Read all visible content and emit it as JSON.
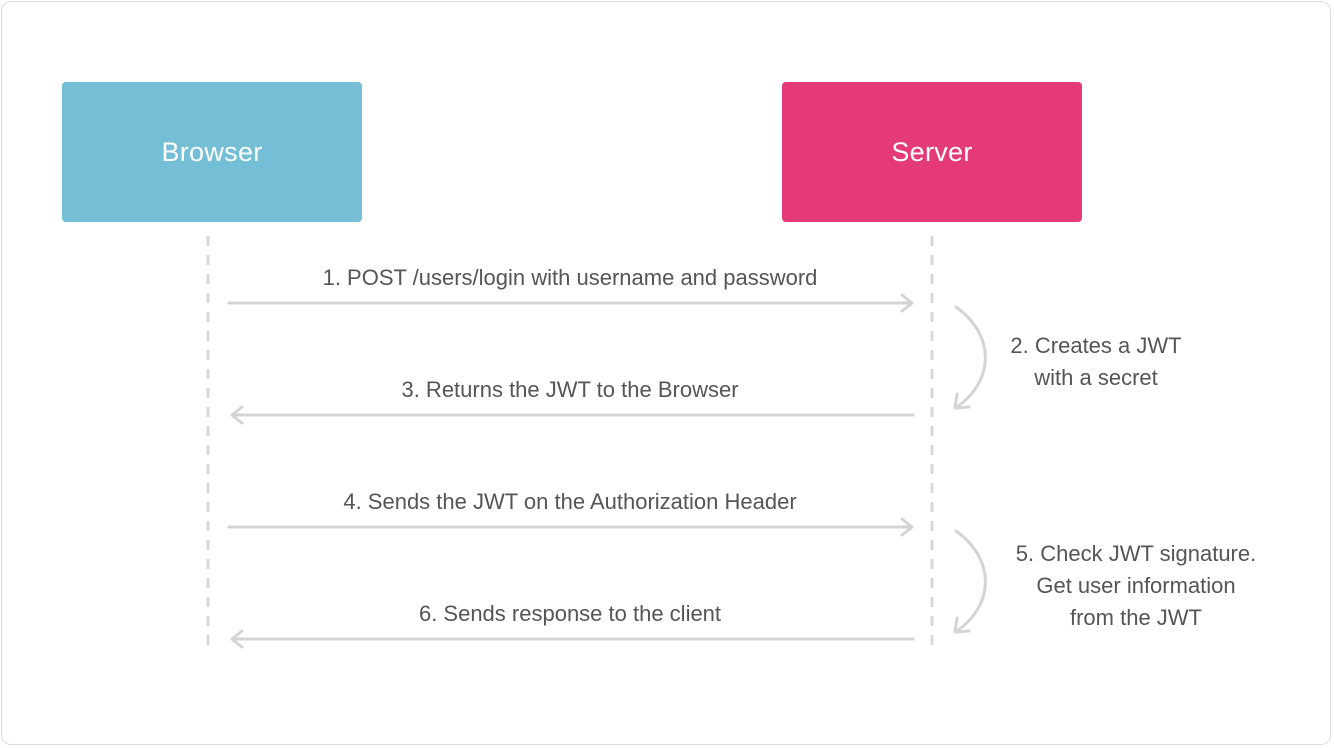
{
  "actors": {
    "browser": {
      "label": "Browser",
      "color": "#74BFD5"
    },
    "server": {
      "label": "Server",
      "color": "#E43A77"
    }
  },
  "steps": [
    {
      "label": "1. POST /users/login with username and password",
      "direction": "right"
    },
    {
      "label": "2. Creates a JWT",
      "label_line2": "with a secret",
      "direction": "self"
    },
    {
      "label": "3. Returns the JWT to the Browser",
      "direction": "left"
    },
    {
      "label": "4. Sends the JWT on the Authorization Header",
      "direction": "right"
    },
    {
      "label": "5. Check JWT signature.",
      "label_line2": "Get user information",
      "label_line3": "from the JWT",
      "direction": "self"
    },
    {
      "label": "6. Sends response to the client",
      "direction": "left"
    }
  ],
  "colors": {
    "lifeline": "#d9d9d9",
    "arrow": "#d4d4d4",
    "text": "#555555"
  }
}
